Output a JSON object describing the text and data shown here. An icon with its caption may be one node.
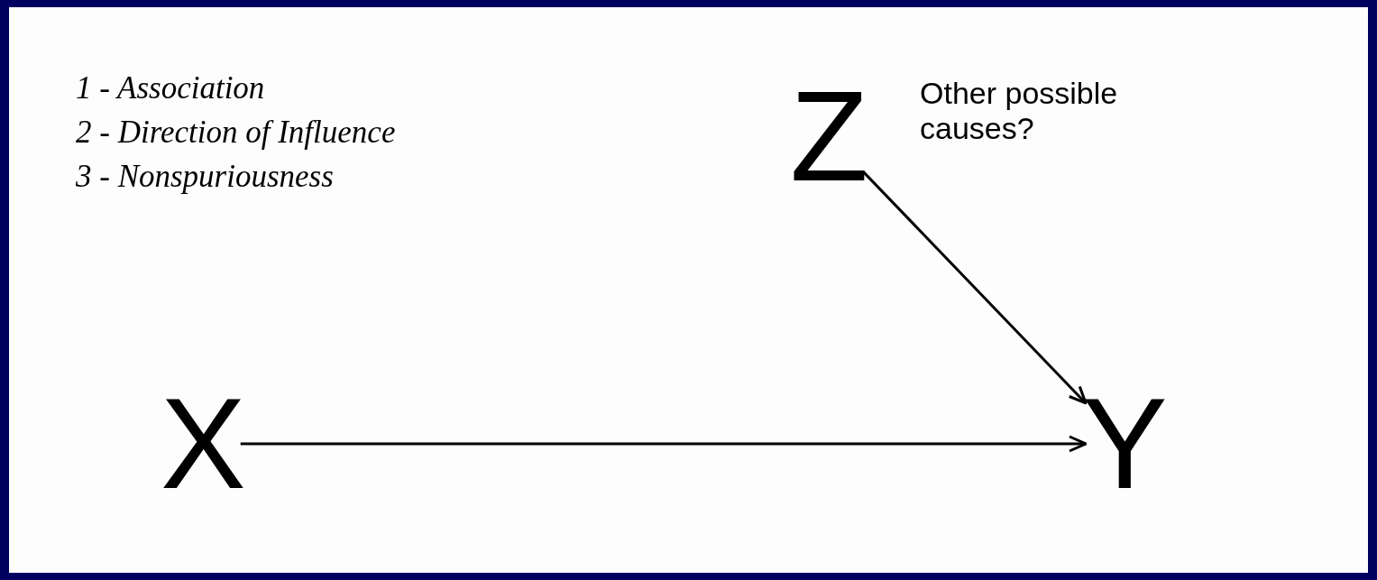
{
  "diagram": {
    "nodes": [
      {
        "text": [
          "X"
        ]
      },
      {
        "text": [
          "Y"
        ]
      },
      {
        "text": [
          "Z"
        ],
        "beside": [
          "Other possible causes?"
        ]
      }
    ],
    "edges": [
      {
        "from": 0,
        "to": 1,
        "arrow": "to"
      },
      {
        "from": 2,
        "to": 1,
        "arrow": "to"
      }
    ],
    "labels": [
      "1 - Association",
      "2 - Direction of Influence",
      "3 - Nonspuriousness"
    ]
  }
}
